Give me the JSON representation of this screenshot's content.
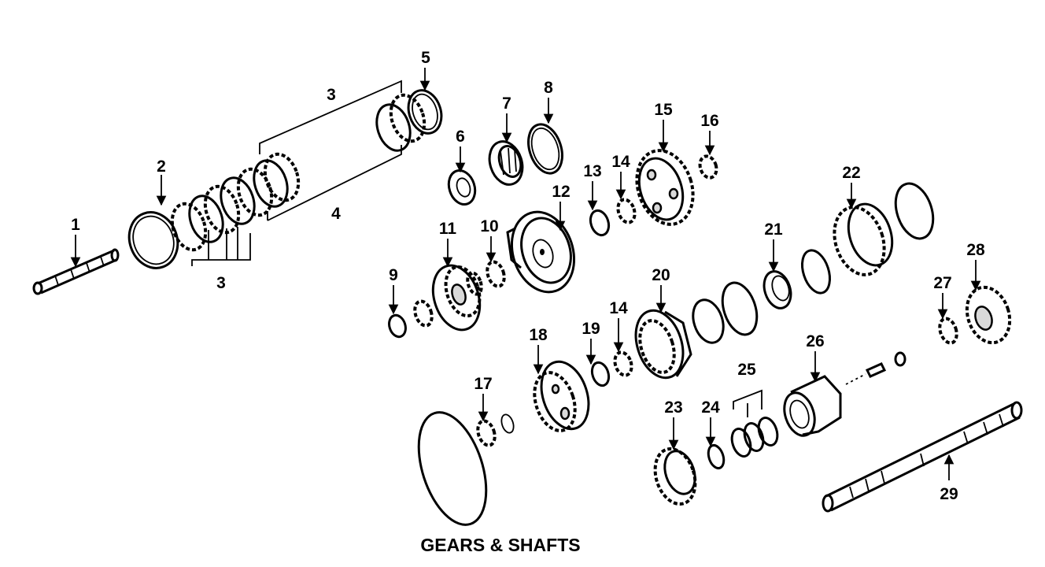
{
  "caption": "GEARS & SHAFTS",
  "callouts": {
    "c1": "1",
    "c2": "2",
    "c3a": "3",
    "c3b": "3",
    "c4": "4",
    "c5": "5",
    "c6": "6",
    "c7": "7",
    "c8": "8",
    "c9": "9",
    "c10": "10",
    "c11": "11",
    "c12": "12",
    "c13": "13",
    "c14a": "14",
    "c14b": "14",
    "c15": "15",
    "c16": "16",
    "c17": "17",
    "c18": "18",
    "c19": "19",
    "c20": "20",
    "c21": "21",
    "c22": "22",
    "c23": "23",
    "c24": "24",
    "c25": "25",
    "c26": "26",
    "c27": "27",
    "c28": "28",
    "c29": "29"
  }
}
